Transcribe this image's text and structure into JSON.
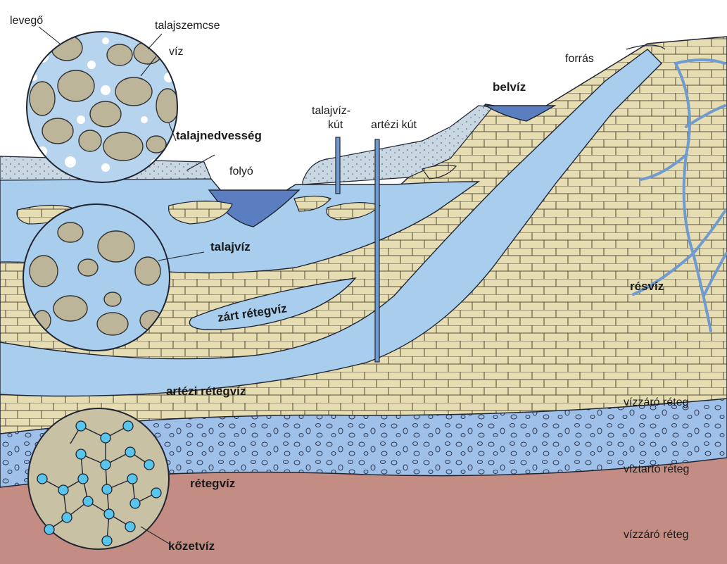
{
  "labels": {
    "levego": "levegő",
    "talajszemcse": "talajszemcse",
    "viz": "víz",
    "talajnedvesseg": "talajnedvesség",
    "folyo": "folyó",
    "talajviz_kut_1": "talajvíz-",
    "talajviz_kut_2": "kút",
    "artezi_kut": "artézi kút",
    "belviz": "belvíz",
    "forras": "forrás",
    "talajviz": "talajvíz",
    "zart_retegviz": "zárt rétegvíz",
    "resviz": "résvíz",
    "artezi_retegviz": "artézi rétegvíz",
    "vizzaro_reteg_mid": "vízzáró réteg",
    "viztarto_reteg": "víztartó réteg",
    "retegviz": "rétegvíz",
    "kozetviz": "kőzetvíz",
    "vizzaro_reteg_bottom": "vízzáró réteg"
  },
  "colors": {
    "water": "#a9cdec",
    "water_dark": "#6f9bd0",
    "soil": "#e6ddb2",
    "topsoil": "#c9d7e2",
    "rock": "#c48d84",
    "gravel_band": "#9fc0e8",
    "grain": "#bdb59a",
    "molecule": "#59c4ec"
  }
}
